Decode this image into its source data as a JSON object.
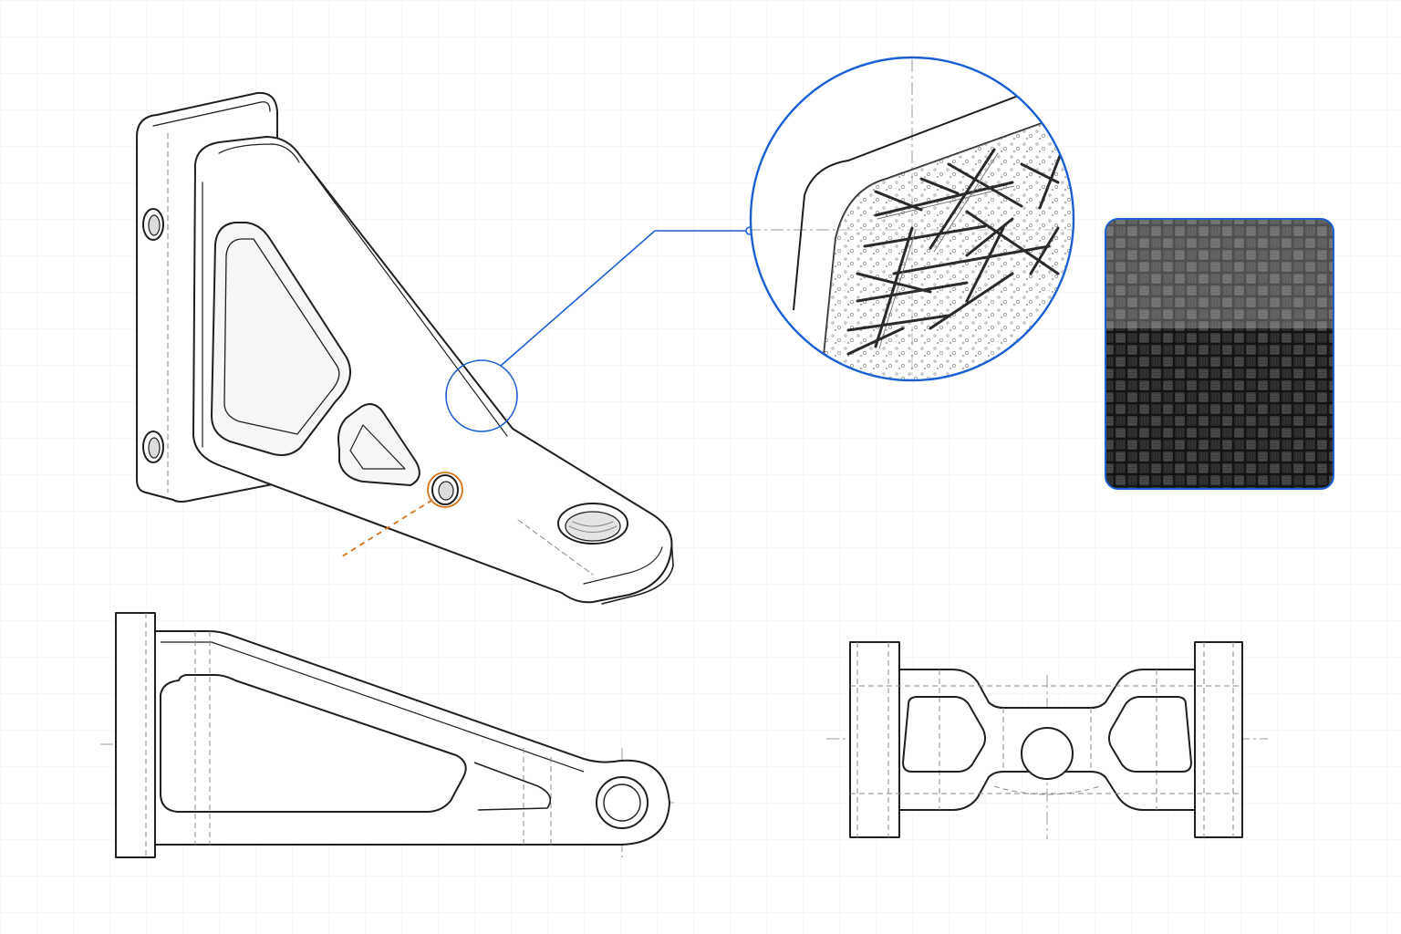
{
  "drawing": {
    "colors": {
      "paper": "#ffffff",
      "grid": "#eef1f4",
      "ink": "#1f1f1f",
      "hidden_line": "#8a8a8a",
      "centerline": "#9a9a9a",
      "callout": "#1c5fd4",
      "highlight": "#d9731c",
      "carbon_dark": "#141414",
      "carbon_light": "#5a5a5a"
    },
    "views": [
      {
        "id": "isometric",
        "label": "isometric-view",
        "icon": "bracket-icon"
      },
      {
        "id": "side",
        "label": "side-view",
        "icon": "bracket-icon"
      },
      {
        "id": "top",
        "label": "top-view",
        "icon": "bracket-icon"
      }
    ],
    "detail": {
      "icon": "magnifier-icon",
      "content": "chopped-fiber-section"
    },
    "swatch": {
      "icon": "carbon-weave-icon",
      "pattern": "twill-weave"
    }
  }
}
